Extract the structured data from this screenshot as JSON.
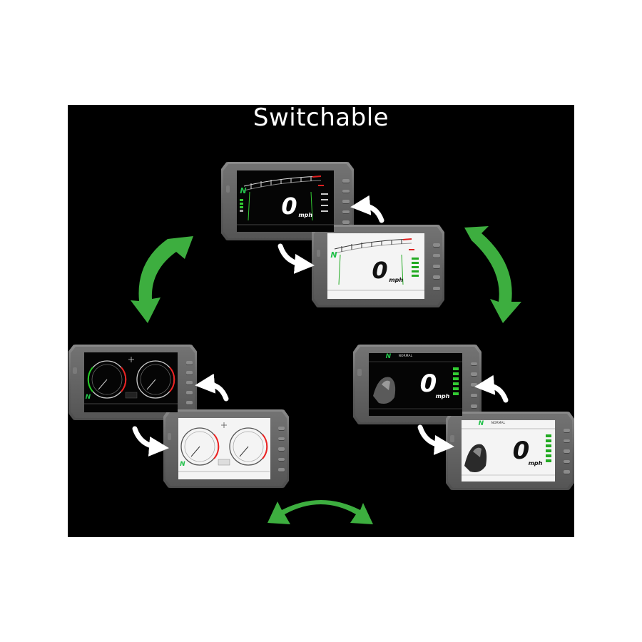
{
  "title": "Switchable",
  "speed_value": "0",
  "speed_unit": "mph",
  "gear_indicator": "N",
  "mode_label": "NORMAL",
  "colors": {
    "background": "#000000",
    "accent_green": "#3dae3f",
    "frame_gray": "#6a6a6a",
    "arrow_white": "#ffffff"
  },
  "icons": [
    "swap-arrow-icon",
    "cycle-arrow-icon",
    "small-swap-arrow-icon"
  ]
}
